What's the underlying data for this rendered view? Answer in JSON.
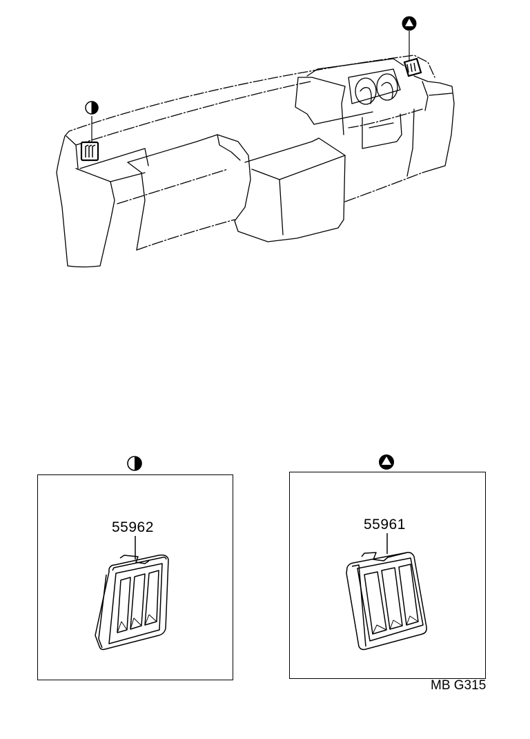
{
  "diagram": {
    "reference_code": "MB G315",
    "overview": {
      "subject": "instrument-panel",
      "markers": [
        {
          "id": "half-circle",
          "symbol": "half-filled-circle",
          "location": "left-side-vent"
        },
        {
          "id": "triangle",
          "symbol": "triangle-in-circle",
          "location": "right-side-vent"
        }
      ]
    },
    "details": [
      {
        "marker": "half-filled-circle",
        "part_number": "55962",
        "part": "side-vent-grille-left"
      },
      {
        "marker": "triangle-in-circle",
        "part_number": "55961",
        "part": "side-vent-grille-right"
      }
    ]
  }
}
